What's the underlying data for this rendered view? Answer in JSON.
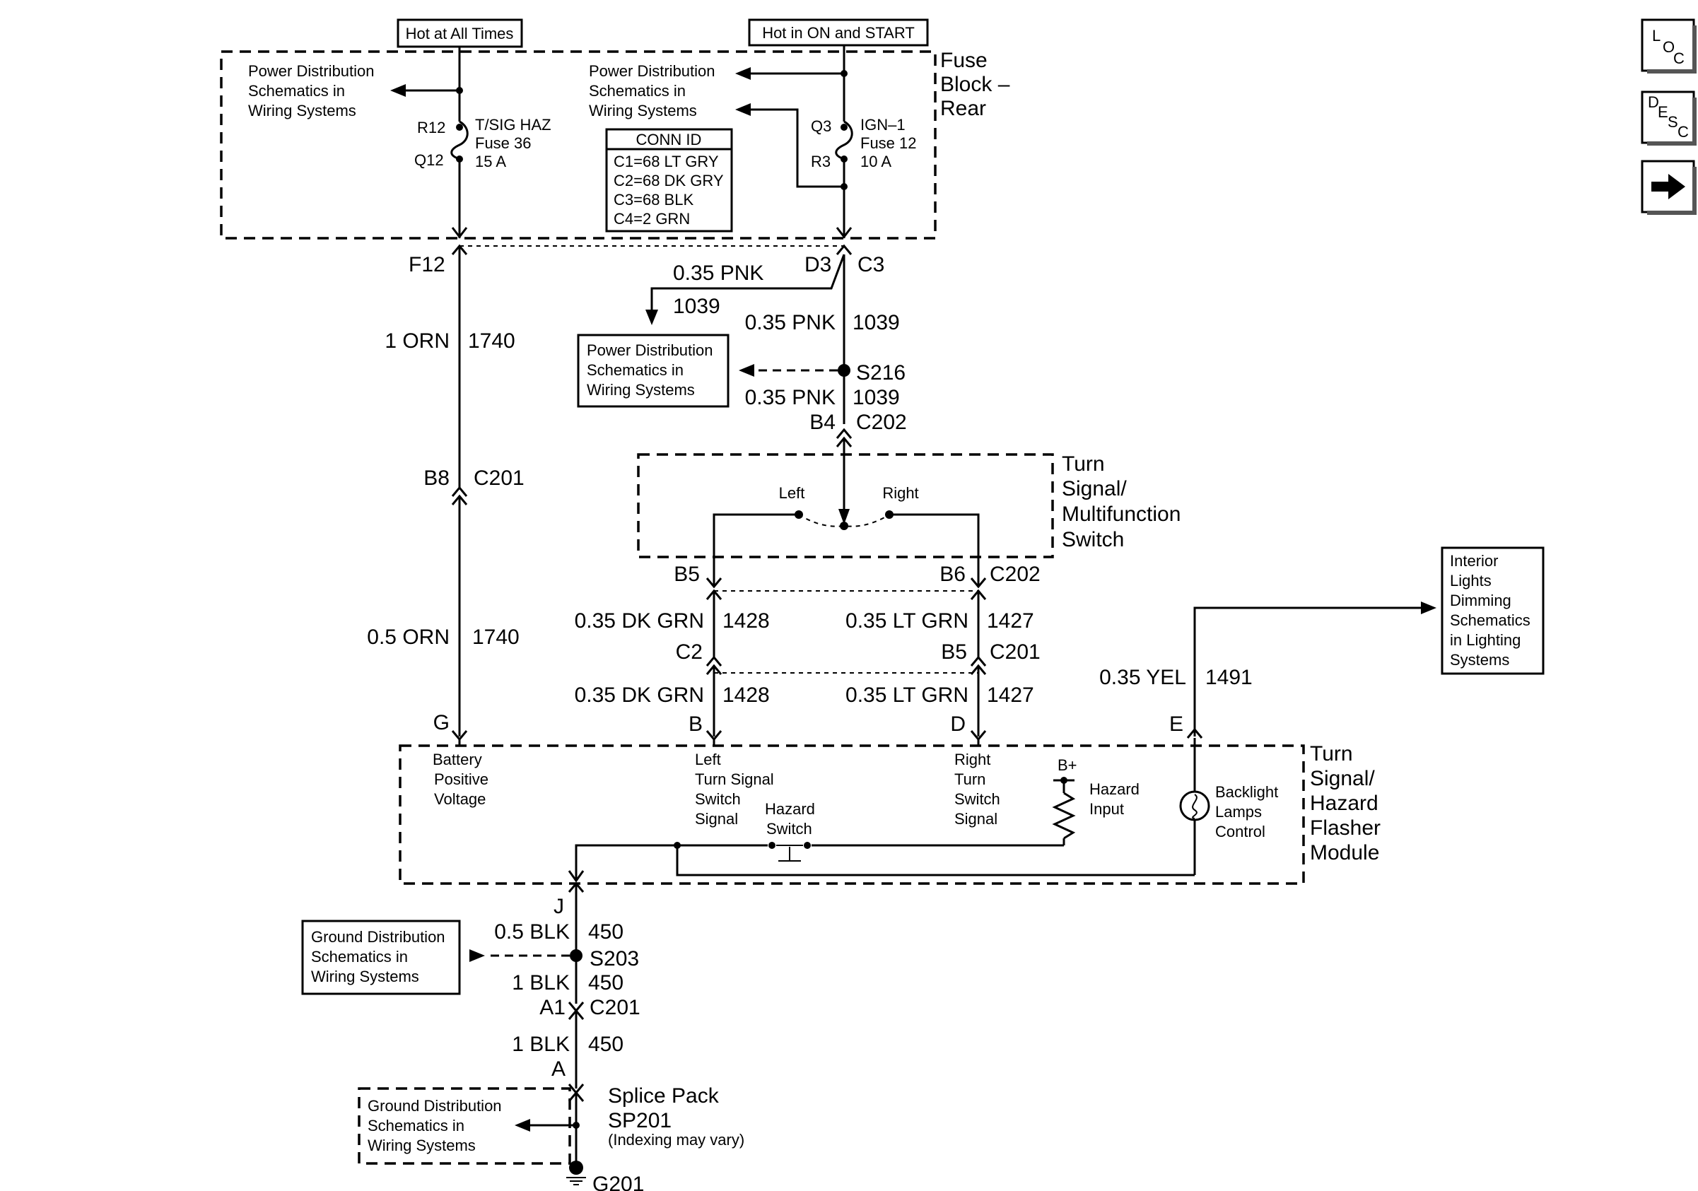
{
  "header": {
    "hot_always": "Hot at All Times",
    "hot_on_start": "Hot in ON and START"
  },
  "fuse_block": {
    "name_l1": "Fuse",
    "name_l2": "Block –",
    "name_l3": "Rear",
    "pd_left": [
      "Power Distribution",
      "Schematics in",
      "Wiring Systems"
    ],
    "pd_right": [
      "Power Distribution",
      "Schematics in",
      "Wiring Systems"
    ],
    "fuse36": {
      "top_pin": "R12",
      "bottom_pin": "Q12",
      "name": "T/SIG HAZ",
      "fuse": "Fuse 36",
      "rating": "15 A"
    },
    "fuse12": {
      "top_pin": "Q3",
      "bottom_pin": "R3",
      "name": "IGN–1",
      "fuse": "Fuse 12",
      "rating": "10 A"
    },
    "conn_id": {
      "title": "CONN ID",
      "rows": [
        "C1=68 LT GRY",
        "C2=68 DK GRY",
        "C3=68 BLK",
        "C4=2 GRN"
      ]
    }
  },
  "circuits": {
    "f12": "F12",
    "d3": "D3",
    "c3": "C3",
    "pnk_branch_gauge": "0.35 PNK",
    "pnk_branch_num": "1039",
    "orn_1_gauge": "1 ORN",
    "orn_1_num": "1740",
    "pnk_main_gauge": "0.35 PNK",
    "pnk_main_num": "1039",
    "s216": "S216",
    "pnk_2_gauge": "0.35 PNK",
    "pnk_2_num": "1039",
    "b4": "B4",
    "c202_top": "C202",
    "b8": "B8",
    "c201_left": "C201",
    "pd_box": [
      "Power Distribution",
      "Schematics in",
      "Wiring Systems"
    ]
  },
  "switch": {
    "name": [
      "Turn",
      "Signal/",
      "Multifunction",
      "Switch"
    ],
    "left": "Left",
    "right": "Right",
    "b5": "B5",
    "b6": "B6",
    "c202": "C202"
  },
  "mid": {
    "dkgrn_1_gauge": "0.35 DK GRN",
    "dkgrn_1_num": "1428",
    "ltgrn_1_gauge": "0.35 LT GRN",
    "ltgrn_1_num": "1427",
    "c2": "C2",
    "b5": "B5",
    "c201": "C201",
    "dkgrn_2_gauge": "0.35 DK GRN",
    "dkgrn_2_num": "1428",
    "ltgrn_2_gauge": "0.35 LT GRN",
    "ltgrn_2_num": "1427",
    "orn_2_gauge": "0.5 ORN",
    "orn_2_num": "1740",
    "yel_gauge": "0.35 YEL",
    "yel_num": "1491",
    "interior_box": [
      "Interior",
      "Lights",
      "Dimming",
      "Schematics",
      "in Lighting",
      "Systems"
    ]
  },
  "module": {
    "name": [
      "Turn",
      "Signal/",
      "Hazard",
      "Flasher",
      "Module"
    ],
    "pin_g": "G",
    "pin_b": "B",
    "pin_d": "D",
    "pin_e": "E",
    "pin_j": "J",
    "battery": [
      "Battery",
      "Positive",
      "Voltage"
    ],
    "left_turn": [
      "Left",
      "Turn Signal",
      "Switch",
      "Signal"
    ],
    "hazard_switch": [
      "Hazard",
      "Switch"
    ],
    "right_turn": [
      "Right",
      "Turn",
      "Switch",
      "Signal"
    ],
    "bplus": "B+",
    "hazard_input": [
      "Hazard",
      "Input"
    ],
    "backlight": [
      "Backlight",
      "Lamps",
      "Control"
    ]
  },
  "ground": {
    "blk_05_gauge": "0.5 BLK",
    "blk_05_num": "450",
    "s203": "S203",
    "blk_1_gauge": "1 BLK",
    "blk_1_num": "450",
    "a1": "A1",
    "c201": "C201",
    "blk_2_gauge": "1 BLK",
    "blk_2_num": "450",
    "a": "A",
    "gd_box": [
      "Ground Distribution",
      "Schematics in",
      "Wiring Systems"
    ],
    "gd_dashed": [
      "Ground Distribution",
      "Schematics in",
      "Wiring Systems"
    ],
    "splice": [
      "Splice Pack",
      "SP201",
      "(Indexing may vary)"
    ],
    "g201": "G201"
  },
  "controls": {
    "loc": {
      "l": "L",
      "o": "O",
      "c": "C"
    },
    "desc": {
      "d": "D",
      "e": "E",
      "s": "S",
      "c": "C"
    },
    "next_icon": "arrow-right-icon"
  }
}
